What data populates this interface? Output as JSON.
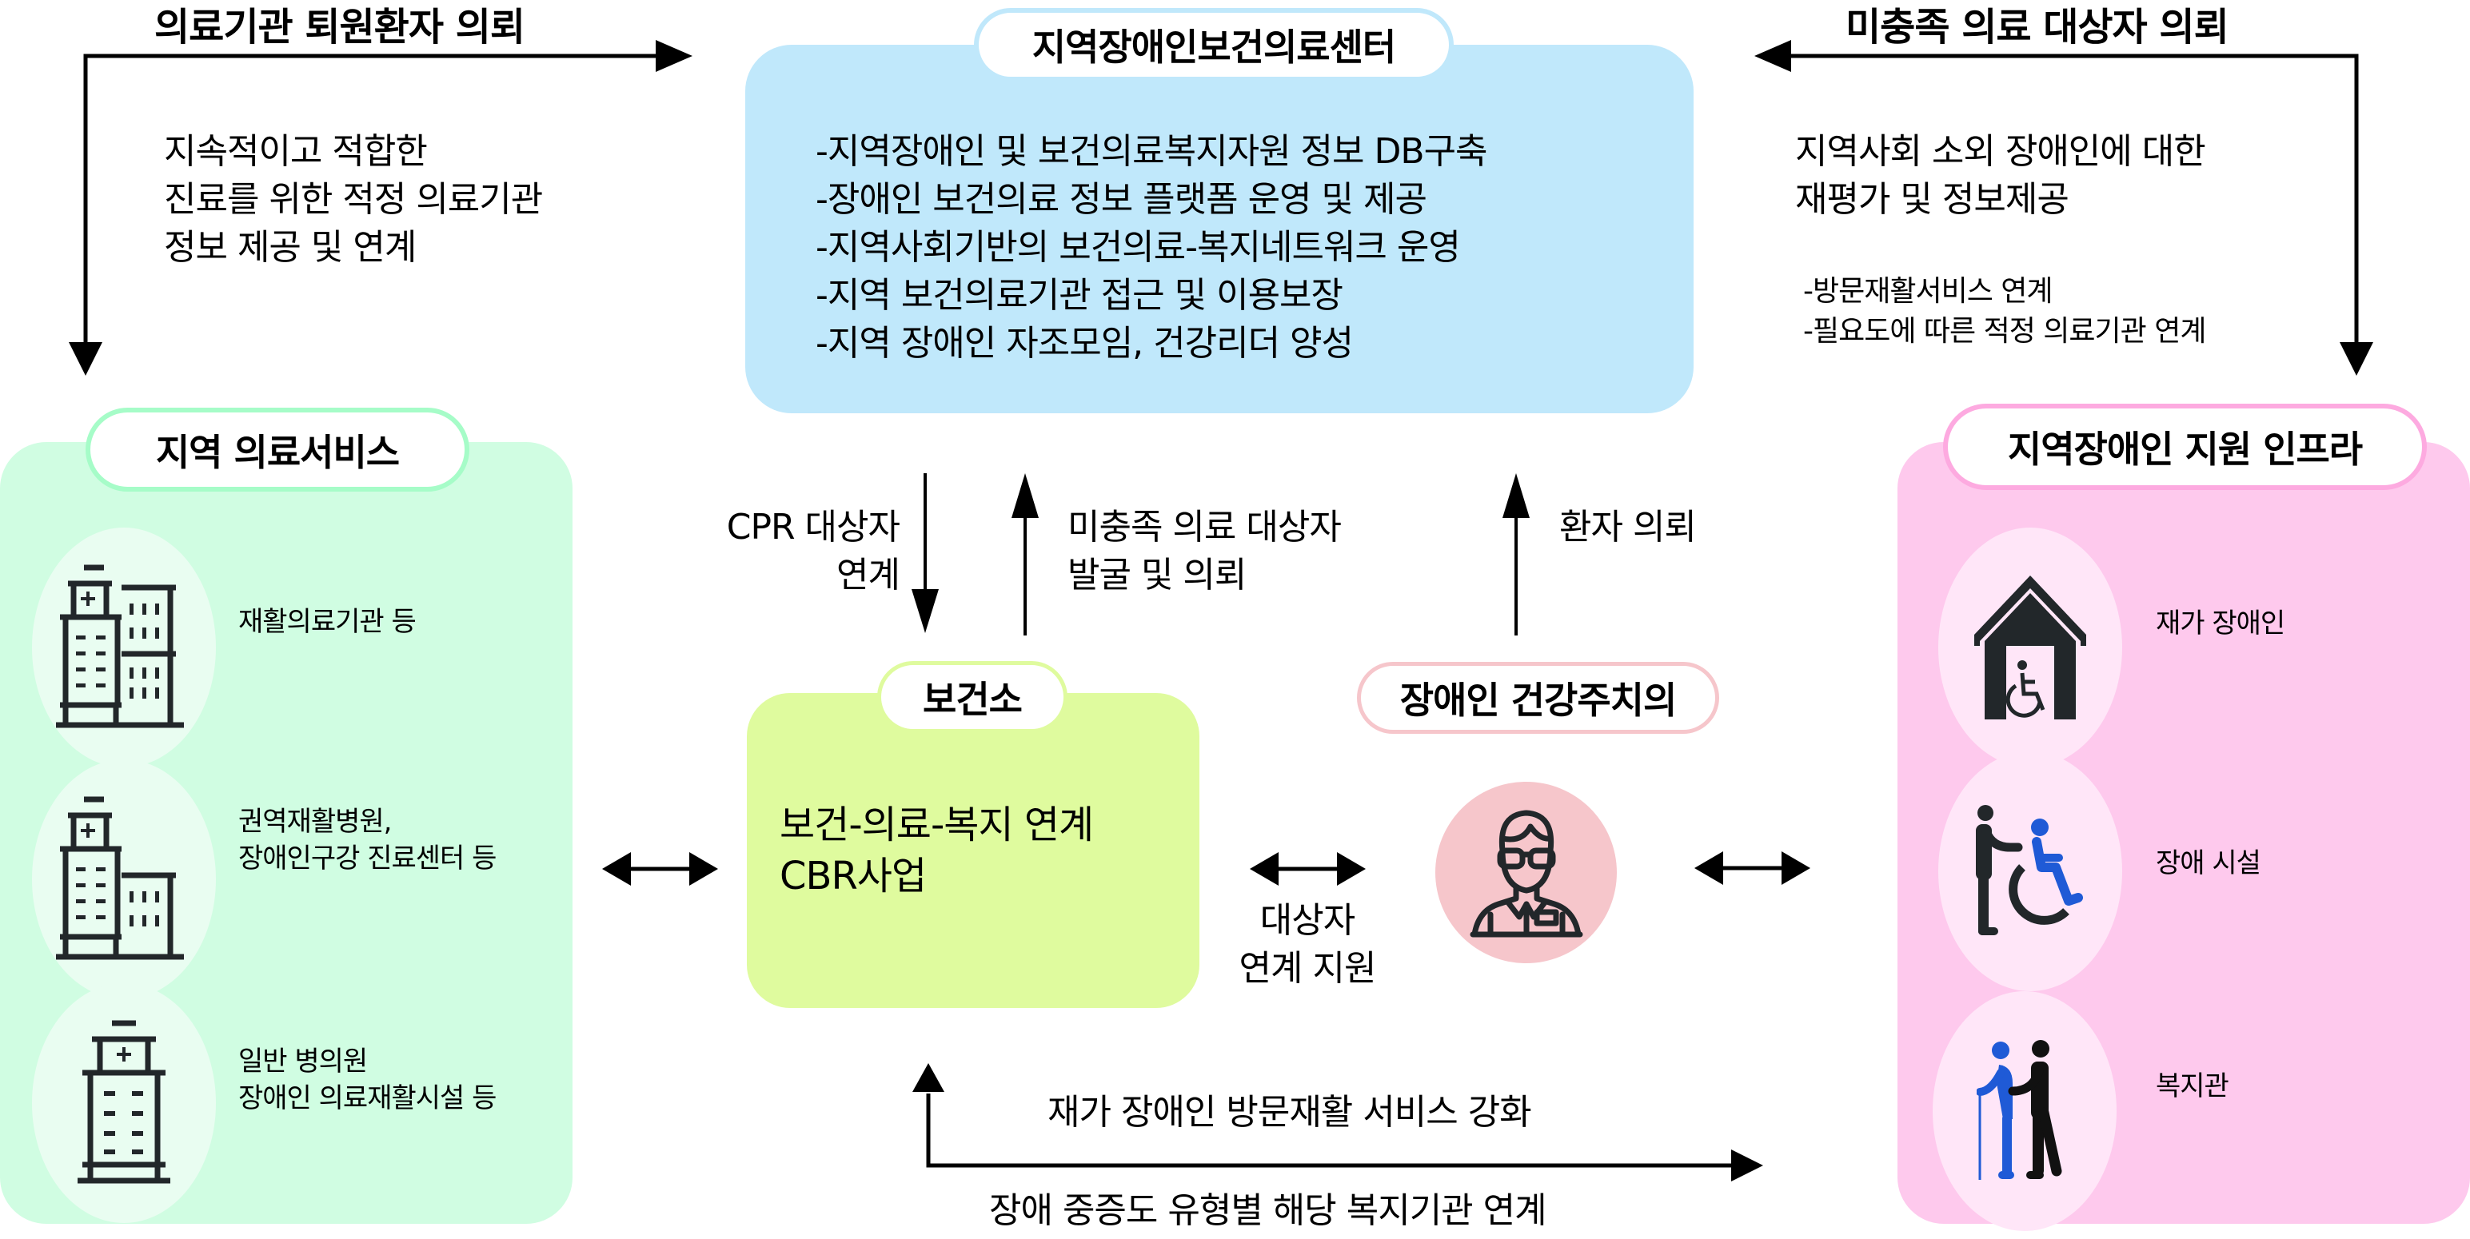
{
  "top_arrows": {
    "left_label": "의료기관 퇴원환자 의뢰",
    "right_label": "미충족 의료 대상자 의뢰"
  },
  "left_note": {
    "lines": [
      "지속적이고 적합한",
      "진료를 위한 적정 의료기관",
      "정보 제공 및 연계"
    ]
  },
  "right_note": {
    "lines": [
      "지역사회 소외 장애인에 대한",
      "재평가 및 정보제공"
    ],
    "sub_lines": [
      "-방문재활서비스 연계",
      "-필요도에 따른 적정 의료기관 연계"
    ]
  },
  "center_box": {
    "title": "지역장애인보건의료센터",
    "items": [
      "-지역장애인 및 보건의료복지자원 정보 DB구축",
      "-장애인 보건의료 정보 플랫폼 운영 및 제공",
      "-지역사회기반의 보건의료-복지네트워크 운영",
      "-지역 보건의료기관 접근 및 이용보장",
      "-지역 장애인 자조모임, 건강리더 양성"
    ]
  },
  "left_panel": {
    "title": "지역 의료서비스",
    "items": [
      {
        "icon": "hospital-buildings-icon",
        "lines": [
          "재활의료기관 등"
        ]
      },
      {
        "icon": "hospital-buildings-icon",
        "lines": [
          "권역재활병원,",
          "장애인구강 진료센터 등"
        ]
      },
      {
        "icon": "hospital-tower-icon",
        "lines": [
          "일반 병의원",
          "장애인 의료재활시설 등"
        ]
      }
    ]
  },
  "right_panel": {
    "title": "지역장애인 지원 인프라",
    "items": [
      {
        "icon": "house-wheelchair-icon",
        "label": "재가 장애인"
      },
      {
        "icon": "caregiver-wheelchair-icon",
        "label": "장애 시설"
      },
      {
        "icon": "caregiver-elderly-cane-icon",
        "label": "복지관"
      }
    ]
  },
  "middle_labels": {
    "cpr_lines": [
      "CPR 대상자",
      "연계"
    ],
    "unmet_lines": [
      "미충족 의료 대상자",
      "발굴 및 의뢰"
    ],
    "patient_referral": "환자 의뢰",
    "target_support_lines": [
      "대상자",
      "연계 지원"
    ]
  },
  "health_center": {
    "title": "보건소",
    "lines": [
      "보건-의료-복지 연계",
      "CBR사업"
    ]
  },
  "doctor": {
    "title": "장애인 건강주치의",
    "icon": "doctor-glasses-icon"
  },
  "bottom": {
    "upper_label": "재가 장애인 방문재활 서비스 강화",
    "lower_label": "장애 중증도 유형별 해당 복지기관 연계"
  },
  "colors": {
    "blue": "#c0e8fb",
    "green": "#d0fde2",
    "green_border": "#a6fcc8",
    "pink": "#fec9ed",
    "pink_border": "#fdaae0",
    "yellow": "#dffb9e",
    "doctor_pink": "#f6c6cb",
    "icon_dark": "#22272a",
    "icon_blue": "#1f5ad6"
  }
}
